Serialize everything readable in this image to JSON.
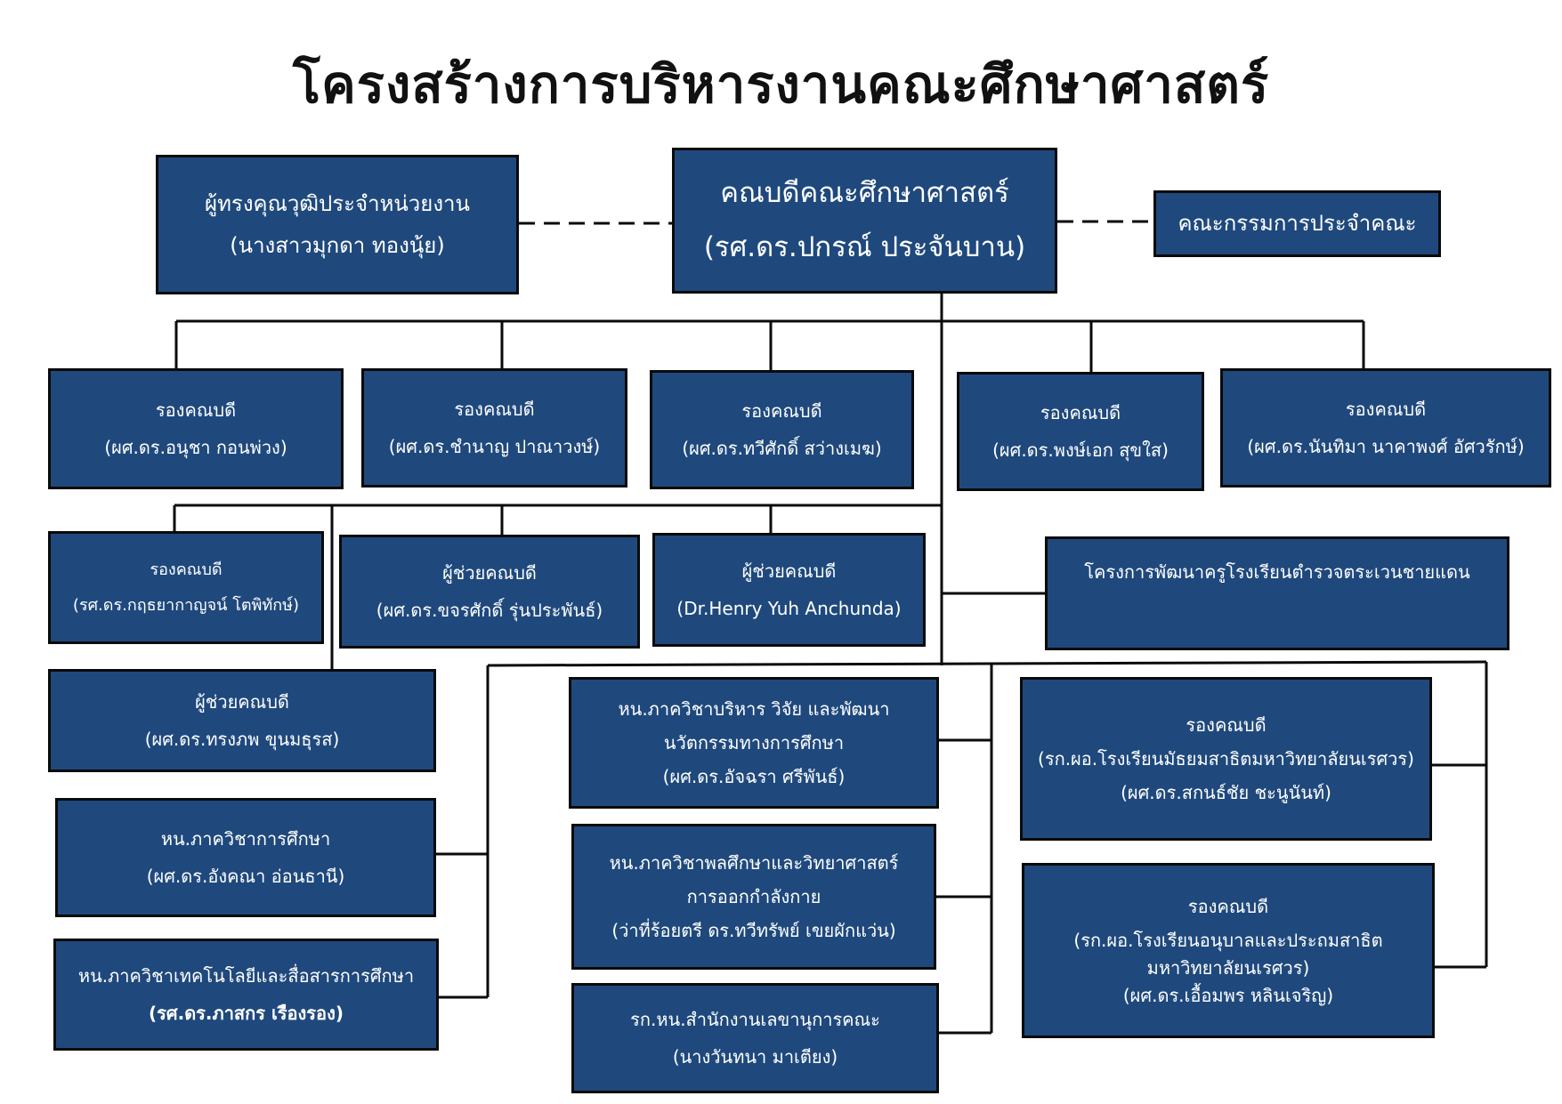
{
  "title": "โครงสร้างการบริหารงานคณะศึกษาศาสตร์",
  "boxes": {
    "dean": {
      "role": "คณบดีคณะศึกษาศาสตร์",
      "name": "(รศ.ดร.ปกรณ์  ประจันบาน)"
    },
    "advisor": {
      "role": "ผู้ทรงคุณวุฒิประจำหน่วยงาน",
      "name": "(นางสาวมุกดา  ทองนุ้ย)"
    },
    "committee": {
      "role": "คณะกรรมการประจำคณะ"
    },
    "vd1": {
      "role": "รองคณบดี",
      "name": "(ผศ.ดร.อนุชา  กอนพ่วง)"
    },
    "vd2": {
      "role": "รองคณบดี",
      "name": "(ผศ.ดร.ชำนาญ  ปาณาวงษ์)"
    },
    "vd3": {
      "role": "รองคณบดี",
      "name": "(ผศ.ดร.ทวีศักดิ์  สว่างเมฆ)"
    },
    "vd4": {
      "role": "รองคณบดี",
      "name": "(ผศ.ดร.พงษ์เอก  สุขใส)"
    },
    "vd5": {
      "role": "รองคณบดี",
      "name": "(ผศ.ดร.นันทิมา  นาคาพงศ์ อัศวรักษ์)"
    },
    "vd6": {
      "role": "รองคณบดี",
      "name": "(รศ.ดร.กฤธยากาญจน์  โตพิทักษ์)"
    },
    "ad1": {
      "role": "ผู้ช่วยคณบดี",
      "name": "(ผศ.ดร.ขจรศักดิ์  รุ่นประพันธ์)"
    },
    "ad2": {
      "role": "ผู้ช่วยคณบดี",
      "name": "(Dr.Henry Yuh Anchunda)"
    },
    "ad3": {
      "role": "ผู้ช่วยคณบดี",
      "name": "(ผศ.ดร.ทรงภพ ขุนมธุรส)"
    },
    "project": {
      "role": "โครงการพัฒนาครูโรงเรียนตำรวจตระเวนชายแดน"
    },
    "head_edu": {
      "role": "หน.ภาควิชาการศึกษา",
      "name": "(ผศ.ดร.อังคณา  อ่อนธานี)"
    },
    "head_tech": {
      "role": "หน.ภาควิชาเทคโนโลยีและสื่อสารการศึกษา",
      "name": "(รศ.ดร.ภาสกร เรืองรอง)"
    },
    "head_admin": {
      "role": "หน.ภาควิชาบริหาร วิจัย และพัฒนา",
      "role2": "นวัตกรรมทางการศึกษา",
      "name": "(ผศ.ดร.อัจฉรา  ศรีพันธ์)"
    },
    "head_pe": {
      "role": "หน.ภาควิชาพลศึกษาและวิทยาศาสตร์",
      "role2": "การออกกำลังกาย",
      "name": "(ว่าที่ร้อยตรี ดร.ทวีทรัพย์  เขยผักแว่น)"
    },
    "office": {
      "role": "รก.หน.สำนักงานเลขานุการคณะ",
      "name": "(นางวันทนา มาเตียง)"
    },
    "vd_sec": {
      "role": "รองคณบดี",
      "role2": "(รก.ผอ.โรงเรียนมัธยมสาธิตมหาวิทยาลัยนเรศวร)",
      "name": "(ผศ.ดร.สกนธ์ชัย   ชะนูนันท์)"
    },
    "vd_kin": {
      "role": "รองคณบดี",
      "role2": "(รก.ผอ.โรงเรียนอนุบาลและประถมสาธิต",
      "role3": "มหาวิทยาลัยนเรศวร)",
      "name": "(ผศ.ดร.เอื้อมพร หลินเจริญ)"
    }
  },
  "colors": {
    "box_fill": "#1f497d",
    "box_border": "#0a0a0a",
    "line": "#0a0a0a"
  }
}
